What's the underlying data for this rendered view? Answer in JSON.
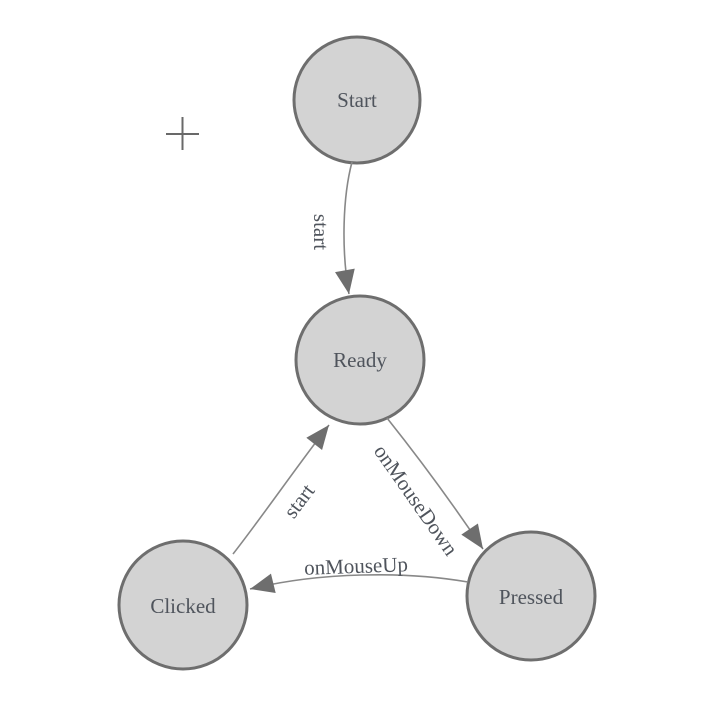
{
  "diagram": {
    "type": "state-machine",
    "origin_marker": {
      "glyph": "+"
    }
  },
  "colors": {
    "background": "#ffffff",
    "node_fill": "#d3d3d3",
    "node_stroke": "#6e6e6e",
    "edge_stroke": "#888888",
    "arrow_fill": "#6e6e6e",
    "text": "#4f545c",
    "origin": "#696969"
  },
  "nodes": [
    {
      "id": "start",
      "label": "Start"
    },
    {
      "id": "ready",
      "label": "Ready"
    },
    {
      "id": "clicked",
      "label": "Clicked"
    },
    {
      "id": "pressed",
      "label": "Pressed"
    }
  ],
  "edges": [
    {
      "id": "start-to-ready",
      "from": "Start",
      "to": "Ready",
      "label": "start"
    },
    {
      "id": "ready-to-pressed",
      "from": "Ready",
      "to": "Pressed",
      "label": "onMouseDown"
    },
    {
      "id": "pressed-to-clicked",
      "from": "Pressed",
      "to": "Clicked",
      "label": "onMouseUp"
    },
    {
      "id": "clicked-to-ready",
      "from": "Clicked",
      "to": "Ready",
      "label": "start"
    }
  ]
}
